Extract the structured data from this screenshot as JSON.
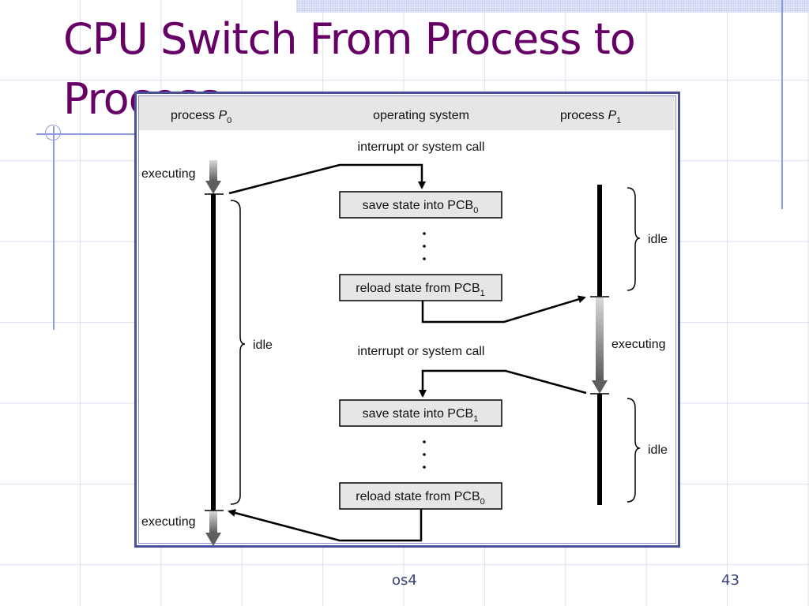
{
  "slide": {
    "title": "CPU Switch From Process to Process",
    "footer_text": "os4",
    "page_number": "43"
  },
  "colors": {
    "title": "#660066",
    "frame_border": "#4a4f9c",
    "header_band": "#e6e6e6",
    "box_fill": "#e6e6e6",
    "accent_lines": "#8c9be0"
  },
  "diagram": {
    "columns": {
      "p0": {
        "label": "process ",
        "var": "P",
        "sub": "0"
      },
      "os": {
        "label": "operating system"
      },
      "p1": {
        "label": "process ",
        "var": "P",
        "sub": "1"
      }
    },
    "interrupt_label_1": "interrupt or system call",
    "interrupt_label_2": "interrupt or system call",
    "boxes": [
      {
        "text": "save state into PCB",
        "sub": "0"
      },
      {
        "text": "reload state from PCB",
        "sub": "1"
      },
      {
        "text": "save state into PCB",
        "sub": "1"
      },
      {
        "text": "reload state from PCB",
        "sub": "0"
      }
    ],
    "p0_states": {
      "executing_top": "executing",
      "idle": "idle",
      "executing_bottom": "executing"
    },
    "p1_states": {
      "idle_top": "idle",
      "executing": "executing",
      "idle_bottom": "idle"
    },
    "ellipsis": "⋮"
  }
}
